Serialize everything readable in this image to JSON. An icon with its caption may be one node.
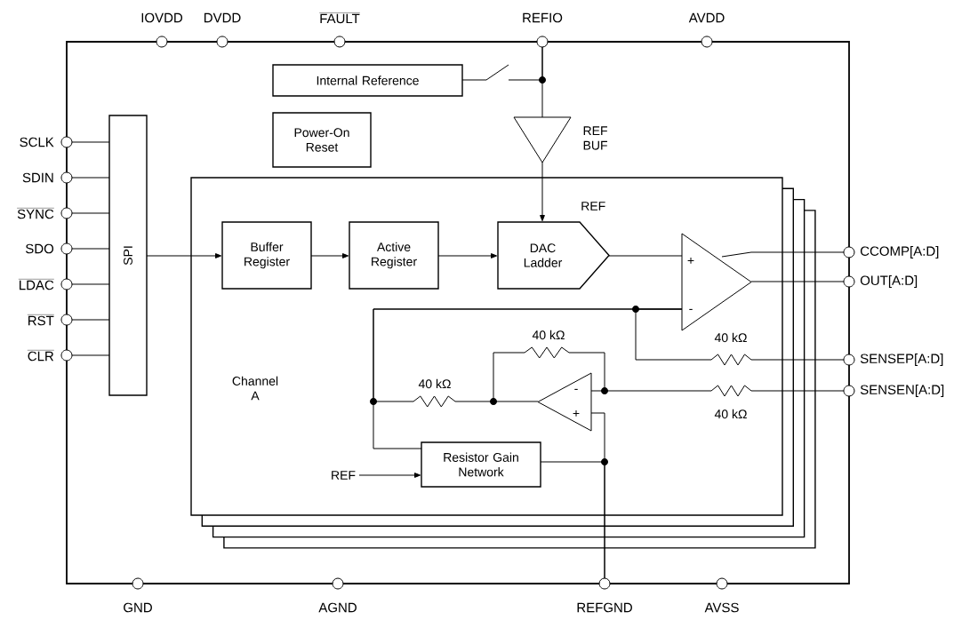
{
  "diagram": {
    "nodes": [
      {
        "text": [
          "Internal Reference"
        ]
      },
      {
        "text": [
          "Power-On Reset"
        ]
      },
      {
        "text": [
          "SPI"
        ]
      },
      {
        "text": [],
        "shape": "triangle",
        "beside": [
          "REF BUF"
        ]
      },
      {
        "text": [
          "Channel A"
        ]
      },
      {
        "text": [
          "Buffer Register"
        ],
        "in": 4
      },
      {
        "text": [
          "Active Register"
        ],
        "in": 4
      },
      {
        "text": [
          "DAC Ladder"
        ],
        "in": 4
      },
      {
        "text": [],
        "shape": "triangle",
        "in": 4
      },
      {
        "text": [],
        "shape": "triangle",
        "in": 4
      },
      {
        "text": [
          "Resistor Gain Network"
        ],
        "in": 4
      },
      {
        "text": [
          "REF"
        ],
        "in": 4
      },
      {
        "text": [
          "IOVDD"
        ]
      },
      {
        "text": [
          "DVDD"
        ]
      },
      {
        "text": [
          "FAULT"
        ]
      },
      {
        "text": [
          "REFIO"
        ]
      },
      {
        "text": [
          "AVDD"
        ]
      },
      {
        "text": [
          "SCLK"
        ]
      },
      {
        "text": [
          "SDIN"
        ]
      },
      {
        "text": [
          "SYNC"
        ]
      },
      {
        "text": [
          "SDO"
        ]
      },
      {
        "text": [
          "LDAC"
        ]
      },
      {
        "text": [
          "RST"
        ]
      },
      {
        "text": [
          "CLR"
        ]
      },
      {
        "text": [
          "CCOMP[A:D]"
        ]
      },
      {
        "text": [
          "OUT[A:D]"
        ]
      },
      {
        "text": [
          "SENSEP[A:D]"
        ]
      },
      {
        "text": [
          "SENSEN[A:D]"
        ]
      },
      {
        "text": [
          "GND"
        ]
      },
      {
        "text": [
          "AGND"
        ]
      },
      {
        "text": [
          "REFGND"
        ]
      },
      {
        "text": [
          "AVSS"
        ]
      },
      {
        "text": [],
        "shape": "switch"
      }
    ],
    "edges": [
      {
        "from": 0,
        "to": 32,
        "arrow": "none"
      },
      {
        "from": 15,
        "to": 3,
        "arrow": "none"
      },
      {
        "from": 3,
        "to": 7,
        "arrow": "to",
        "label": "REF"
      },
      {
        "from": 17,
        "to": 2,
        "arrow": "none"
      },
      {
        "from": 18,
        "to": 2,
        "arrow": "none"
      },
      {
        "from": 19,
        "to": 2,
        "arrow": "none"
      },
      {
        "from": 20,
        "to": 2,
        "arrow": "none"
      },
      {
        "from": 21,
        "to": 2,
        "arrow": "none"
      },
      {
        "from": 22,
        "to": 2,
        "arrow": "none"
      },
      {
        "from": 23,
        "to": 2,
        "arrow": "none"
      },
      {
        "from": 2,
        "to": 5,
        "arrow": "to"
      },
      {
        "from": 5,
        "to": 6,
        "arrow": "to"
      },
      {
        "from": 6,
        "to": 7,
        "arrow": "to"
      },
      {
        "from": 7,
        "to": 8,
        "arrow": "none"
      },
      {
        "from": 8,
        "to": 24,
        "arrow": "none"
      },
      {
        "from": 8,
        "to": 25,
        "arrow": "none"
      },
      {
        "from": 26,
        "to": 8,
        "arrow": "none",
        "label": "40 kΩ"
      },
      {
        "from": 8,
        "to": 10,
        "arrow": "none"
      },
      {
        "from": 8,
        "to": 9,
        "arrow": "none",
        "label": "40 kΩ"
      },
      {
        "from": 27,
        "to": 9,
        "arrow": "none",
        "label": "40 kΩ"
      },
      {
        "from": 9,
        "to": 30,
        "arrow": "none"
      },
      {
        "from": 10,
        "to": 30,
        "arrow": "none"
      },
      {
        "from": 11,
        "to": 10,
        "arrow": "to"
      },
      {
        "from": 32,
        "to": 15,
        "arrow": "none"
      }
    ],
    "labels": [
      "+",
      "-",
      "-",
      "+",
      "40 kΩ"
    ]
  }
}
